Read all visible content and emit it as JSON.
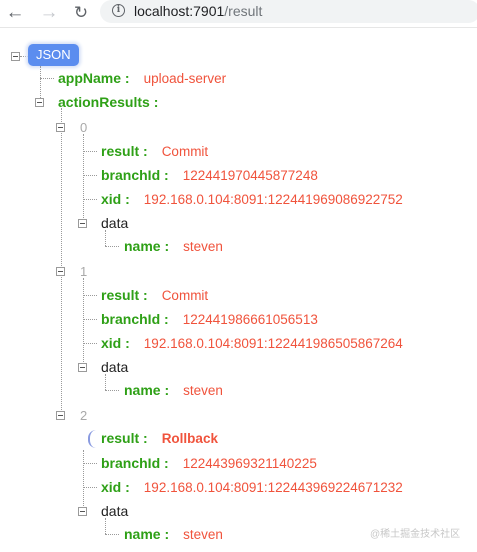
{
  "browser": {
    "url_host": "localhost:7901",
    "url_path": "/result"
  },
  "tree": {
    "root_label": "JSON",
    "appName": {
      "key": "appName",
      "value": "upload-server"
    },
    "actionResults_key": "actionResults",
    "items": [
      {
        "index": "0",
        "result": {
          "key": "result",
          "value": "Commit"
        },
        "branchId": {
          "key": "branchId",
          "value": "122441970445877248"
        },
        "xid": {
          "key": "xid",
          "value": "192.168.0.104:8091:122441969086922752"
        },
        "data_key": "data",
        "name": {
          "key": "name",
          "value": "steven"
        }
      },
      {
        "index": "1",
        "result": {
          "key": "result",
          "value": "Commit"
        },
        "branchId": {
          "key": "branchId",
          "value": "122441986661056513"
        },
        "xid": {
          "key": "xid",
          "value": "192.168.0.104:8091:122441986505867264"
        },
        "data_key": "data",
        "name": {
          "key": "name",
          "value": "steven"
        }
      },
      {
        "index": "2",
        "result": {
          "key": "result",
          "value": "Rollback"
        },
        "branchId": {
          "key": "branchId",
          "value": "122443969321140225"
        },
        "xid": {
          "key": "xid",
          "value": "192.168.0.104:8091:122443969224671232"
        },
        "data_key": "data",
        "name": {
          "key": "name",
          "value": "steven"
        }
      }
    ]
  },
  "watermark": "@稀土掘金技术社区"
}
